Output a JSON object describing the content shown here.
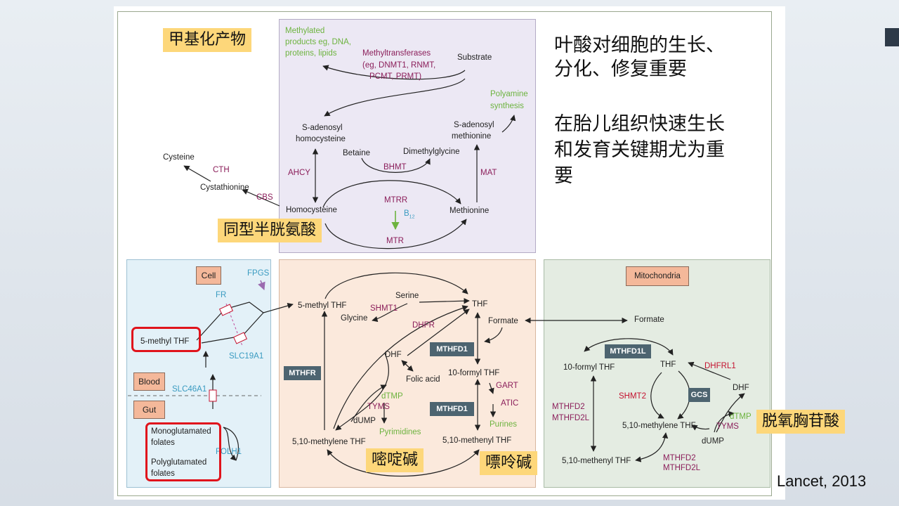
{
  "callouts": {
    "methyl_products": "甲基化产物",
    "homocysteine": "同型半胱氨酸",
    "pyrimidine": "嘧啶碱",
    "purine": "嘌呤碱",
    "dtmp": "脱氧胸苷酸"
  },
  "notes": {
    "line1": "叶酸对细胞的生长、",
    "line2": "分化、修复重要",
    "line3": "在胎儿组织快速生长",
    "line4": "和发育关键期尤为重",
    "line5": "要"
  },
  "citation": "Lancet, 2013",
  "methionine_cycle": {
    "methylated_1": "Methylated",
    "methylated_2": "products eg, DNA,",
    "methylated_3": "proteins, lipids",
    "mt_1": "Methyltransferases",
    "mt_2": "(eg, DNMT1, RNMT,",
    "mt_3": "PCMT, PRMT)",
    "substrate": "Substrate",
    "polyamine_1": "Polyamine",
    "polyamine_2": "synthesis",
    "sah_1": "S-adenosyl",
    "sah_2": "homocysteine",
    "sam_1": "S-adenosyl",
    "sam_2": "methionine",
    "betaine": "Betaine",
    "dmg": "Dimethylglycine",
    "bhmt": "BHMT",
    "ahcy": "AHCY",
    "mat": "MAT",
    "cysteine": "Cysteine",
    "cth": "CTH",
    "cystathionine": "Cystathionine",
    "cbs": "CBS",
    "homocysteine": "Homocysteine",
    "methionine": "Methionine",
    "mtrr": "MTRR",
    "b12": "B",
    "b12_sub": "12",
    "mtr": "MTR"
  },
  "cell": {
    "cell_label": "Cell",
    "fpgs": "FPGS",
    "fr": "FR",
    "methyl_thf": "5-methyl THF",
    "slc19a1": "SLC19A1",
    "blood": "Blood",
    "slc46a1": "SLC46A1",
    "gut": "Gut",
    "mono_1": "Monoglutamated",
    "mono_2": "folates",
    "poly_1": "Polyglutamated",
    "poly_2": "folates",
    "folh1": "FOLH1"
  },
  "cytoplasm": {
    "methyl_thf": "5-methyl THF",
    "serine": "Serine",
    "shmt1": "SHMT1",
    "glycine": "Glycine",
    "thf": "THF",
    "formate": "Formate",
    "dhfr": "DHFR",
    "mthfd1_a": "MTHFD1",
    "dhf": "DHF",
    "folic_acid": "Folic acid",
    "formyl_thf": "10-formyl THF",
    "mthfr": "MTHFR",
    "dtmp": "dTMP",
    "tyms": "TYMS",
    "dump": "dUMP",
    "gart": "GART",
    "atic": "ATIC",
    "mthfd1_b": "MTHFD1",
    "pyrimidines": "Pyrimidines",
    "purines": "Purines",
    "methylene_thf": "5,10-methylene THF",
    "methenyl_thf": "5,10-methenyl THF"
  },
  "mitochondria": {
    "label": "Mitochondria",
    "formate": "Formate",
    "mthfd1l": "MTHFD1L",
    "formyl_thf": "10-formyl THF",
    "thf": "THF",
    "dhfrl1": "DHFRL1",
    "dhf": "DHF",
    "shmt2": "SHMT2",
    "gcs": "GCS",
    "dtmp": "dTMP",
    "tyms": "TYMS",
    "mthfd2_a": "MTHFD2",
    "mthfd2l_a": "MTHFD2L",
    "methylene_thf": "5,10-methylene THF",
    "dump": "dUMP",
    "methenyl_thf": "5,10-methenyl THF",
    "mthfd2_b": "MTHFD2",
    "mthfd2l_b": "MTHFD2L"
  },
  "colors": {
    "green": "#6db33f",
    "purple": "#8b1e5a",
    "cyan": "#3a9bc1",
    "red": "#c4122f",
    "callout": "#fdd77a",
    "highlight": "#e0141c"
  }
}
